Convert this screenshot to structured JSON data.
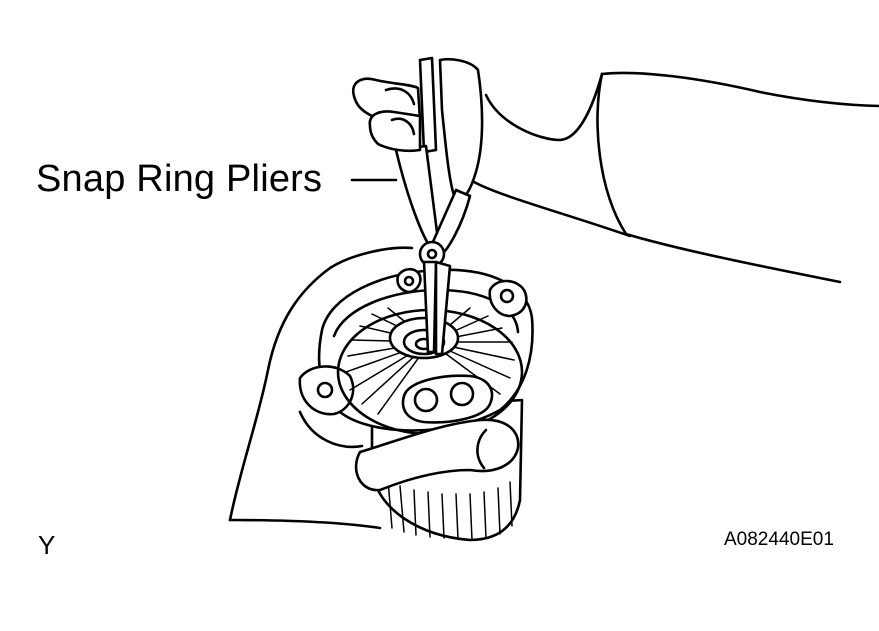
{
  "figure": {
    "callout_label": "Snap Ring Pliers",
    "view_mark": "Y",
    "figure_id": "A082440E01"
  },
  "colors": {
    "line": "#000000",
    "background": "#ffffff"
  }
}
